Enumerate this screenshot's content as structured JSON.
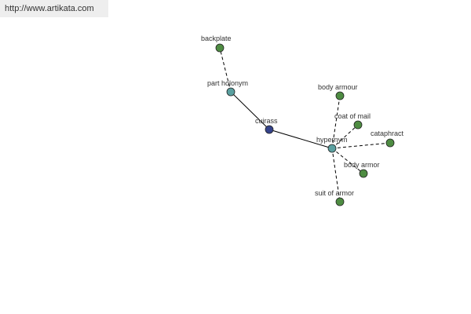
{
  "watermark": "http://www.artikata.com",
  "colors": {
    "root": "#35438a",
    "relation": "#5aa0a0",
    "leaf": "#4e8c42",
    "edge": "#000000"
  },
  "graph": {
    "nodes": [
      {
        "id": "cuirass",
        "label": "cuirass",
        "kind": "root"
      },
      {
        "id": "part_holonym",
        "label": "part holonym",
        "kind": "relation"
      },
      {
        "id": "hypernym",
        "label": "hypernym",
        "kind": "relation"
      },
      {
        "id": "backplate",
        "label": "backplate",
        "kind": "leaf"
      },
      {
        "id": "body_armour",
        "label": "body armour",
        "kind": "leaf"
      },
      {
        "id": "coat_of_mail",
        "label": "coat of mail",
        "kind": "leaf"
      },
      {
        "id": "cataphract",
        "label": "cataphract",
        "kind": "leaf"
      },
      {
        "id": "body_armor",
        "label": "body armor",
        "kind": "leaf"
      },
      {
        "id": "suit_of_armor",
        "label": "suit of armor",
        "kind": "leaf"
      }
    ],
    "edges": [
      {
        "from": "cuirass",
        "to": "part_holonym",
        "style": "solid"
      },
      {
        "from": "cuirass",
        "to": "hypernym",
        "style": "solid"
      },
      {
        "from": "part_holonym",
        "to": "backplate",
        "style": "dashed"
      },
      {
        "from": "hypernym",
        "to": "body_armour",
        "style": "dashed"
      },
      {
        "from": "hypernym",
        "to": "coat_of_mail",
        "style": "dashed"
      },
      {
        "from": "hypernym",
        "to": "cataphract",
        "style": "dashed"
      },
      {
        "from": "hypernym",
        "to": "body_armor",
        "style": "dashed"
      },
      {
        "from": "hypernym",
        "to": "suit_of_armor",
        "style": "dashed"
      }
    ]
  }
}
